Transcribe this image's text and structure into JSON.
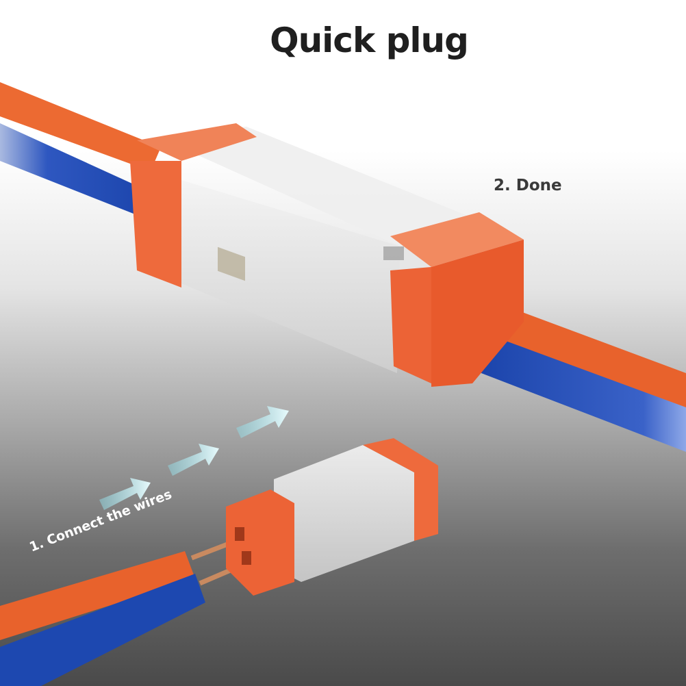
{
  "title": "Quick plug",
  "steps": {
    "done": "2. Done",
    "connect": "1. Connect the wires"
  },
  "colors": {
    "wire_orange": "#e8622c",
    "wire_blue": "#1d48b0",
    "housing_orange": "#ef6a3e",
    "arrow": "#8fd6e0"
  }
}
